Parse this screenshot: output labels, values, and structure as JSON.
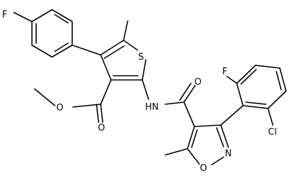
{
  "molecule": {
    "atoms": {
      "fluoro_top": "F",
      "thiophene_s": "S",
      "nh": "HN",
      "ester_o_single": "O",
      "ester_o_double": "O",
      "amide_o": "O",
      "fluoro_right": "F",
      "chloro": "Cl",
      "isoxazole_n": "N",
      "isoxazole_o": "O"
    }
  }
}
